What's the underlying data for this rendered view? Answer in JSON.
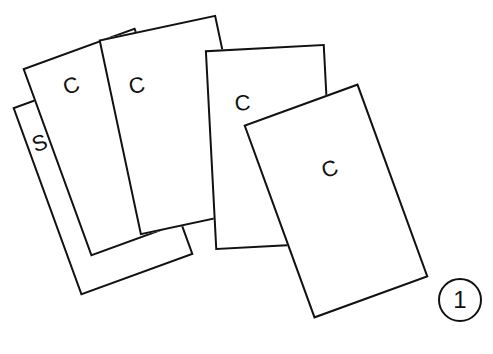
{
  "diagram": {
    "nodes": [
      {
        "text": [
          "S"
        ]
      },
      {
        "text": [
          "C"
        ]
      },
      {
        "text": [
          "C"
        ]
      },
      {
        "text": [
          "C"
        ]
      },
      {
        "text": [
          "C"
        ]
      },
      {
        "text": [
          "1"
        ]
      }
    ]
  }
}
